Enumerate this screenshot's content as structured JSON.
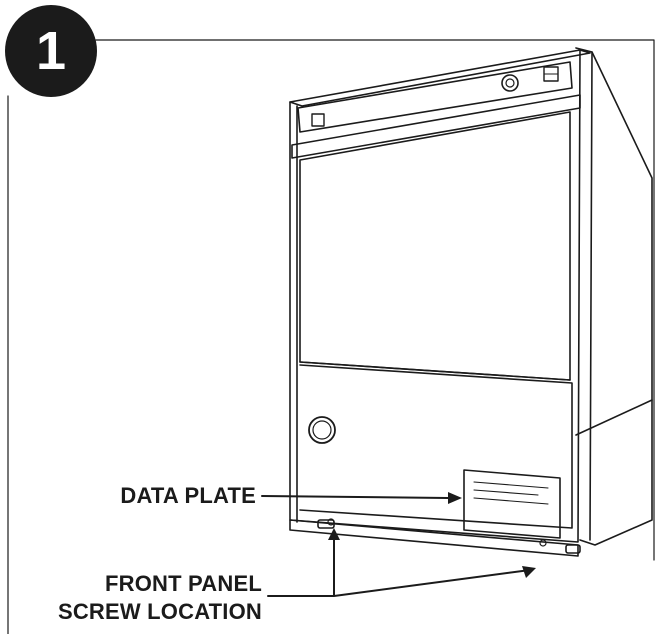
{
  "step": {
    "number": "1"
  },
  "labels": {
    "data_plate": "DATA PLATE",
    "front_panel_line1": "FRONT PANEL",
    "front_panel_line2": "SCREW LOCATION"
  },
  "colors": {
    "ink": "#1b1b1b",
    "badge": "#1b1b1b",
    "background": "#ffffff"
  }
}
